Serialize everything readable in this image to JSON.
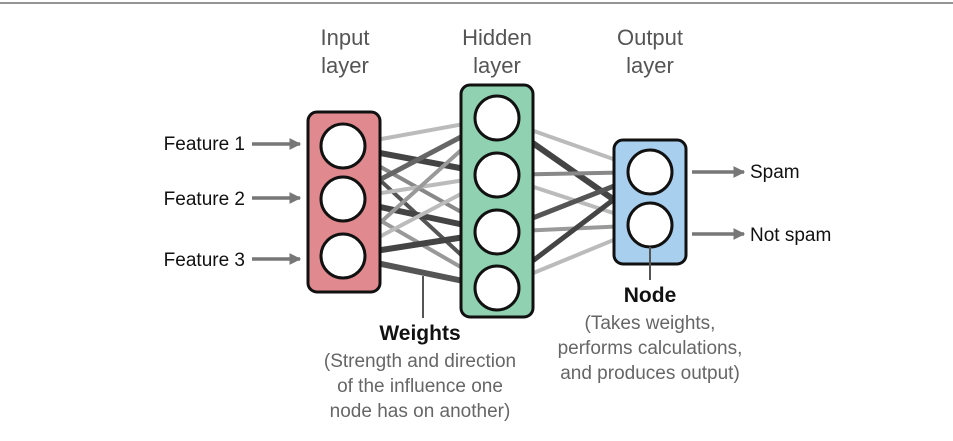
{
  "diagram": {
    "layers": {
      "input": {
        "title": [
          "Input",
          "layer"
        ],
        "color": "#e08a8f",
        "node_count": 3
      },
      "hidden": {
        "title": [
          "Hidden",
          "layer"
        ],
        "color": "#8fd1b0",
        "node_count": 4
      },
      "output": {
        "title": [
          "Output",
          "layer"
        ],
        "color": "#a9cfee",
        "node_count": 2
      }
    },
    "features": [
      "Feature 1",
      "Feature 2",
      "Feature 3"
    ],
    "outputs": [
      "Spam",
      "Not spam"
    ],
    "weights": {
      "title": "Weights",
      "description": [
        "(Strength and direction",
        "of the influence one",
        "node has on another)"
      ]
    },
    "node": {
      "title": "Node",
      "description": [
        "(Takes weights,",
        "performs calculations,",
        "and produces output)"
      ]
    },
    "colors": {
      "border": "#111111",
      "arrow": "#777777",
      "line_dark": "#444444",
      "line_mid": "#888888",
      "line_light": "#bbbbbb"
    }
  }
}
